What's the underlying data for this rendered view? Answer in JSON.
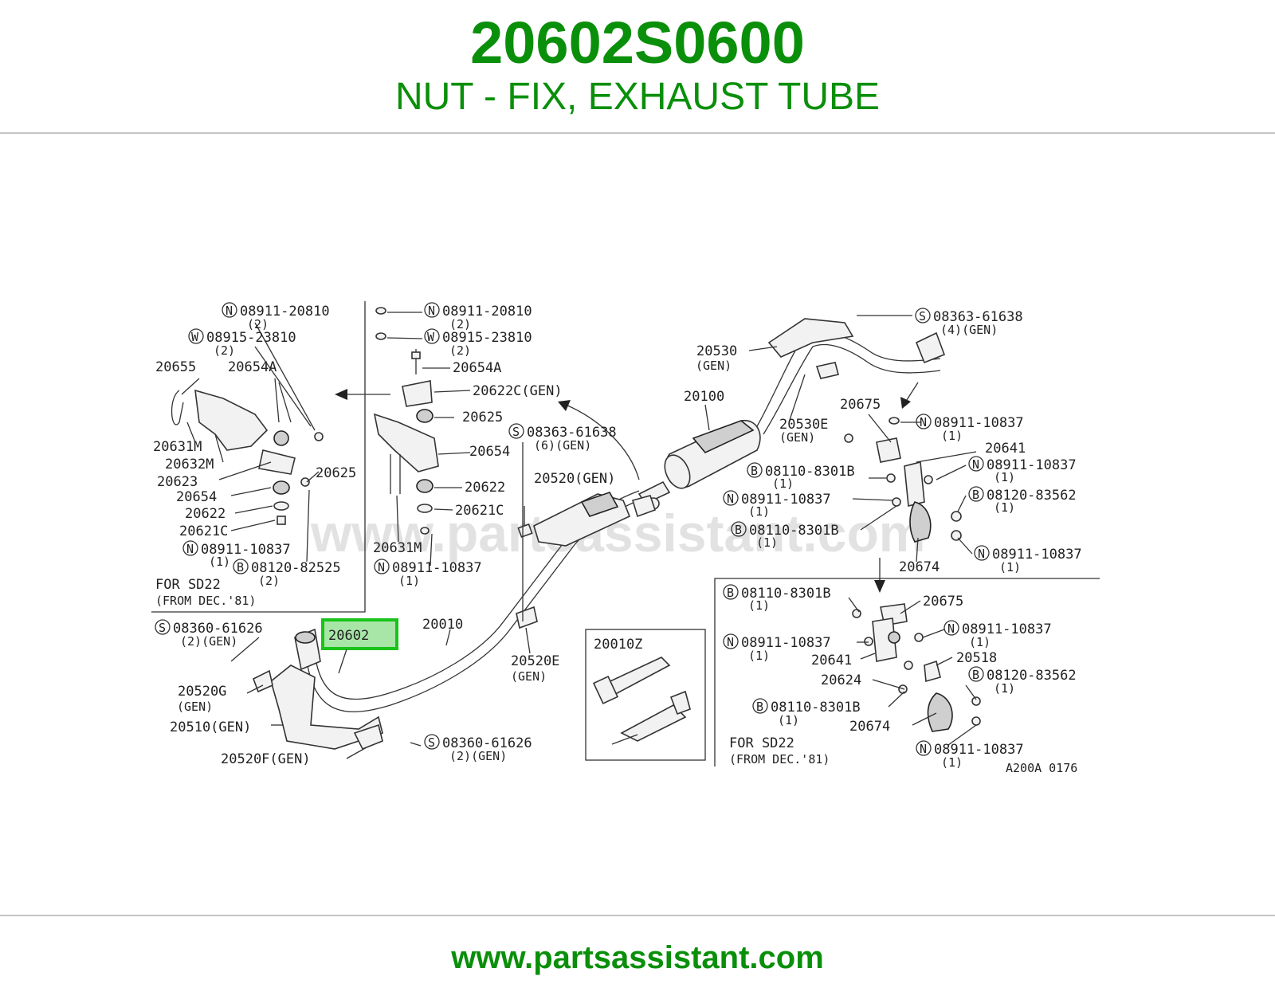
{
  "header": {
    "part_number": "20602S0600",
    "part_name": "NUT - FIX, EXHAUST TUBE"
  },
  "footer": {
    "website": "www.partsassistant.com"
  },
  "colors": {
    "brand_green": "#0a8f0a",
    "highlight_border": "#19c319",
    "highlight_fill": "#a8e6a8"
  },
  "diagram": {
    "watermark": "www.partsassistant.com",
    "highlighted": "20602",
    "figure_code": "A200A 0176",
    "kit_label": "20010Z",
    "notes": [
      "FOR SD22",
      "(FROM DEC.'81)"
    ],
    "callouts": {
      "n1": "08911-20810",
      "n1q": "(2)",
      "w1": "08915-23810",
      "w1q": "(2)",
      "c20655": "20655",
      "c20654A": "20654A",
      "c20631M": "20631M",
      "c20632M": "20632M",
      "c20623": "20623",
      "c20654": "20654",
      "c20622": "20622",
      "c20621C": "20621C",
      "c20625": "20625",
      "n2": "08911-10837",
      "n2q": "(1)",
      "b1": "08120-82525",
      "b1q": "(2)",
      "m_n1": "08911-20810",
      "m_n1q": "(2)",
      "m_w1": "08915-23810",
      "m_w1q": "(2)",
      "m_20654A": "20654A",
      "m_20622C": "20622C(GEN)",
      "m_20625": "20625",
      "m_20654": "20654",
      "m_20622": "20622",
      "m_20621C": "20621C",
      "m_20631M": "20631M",
      "m_n2": "08911-10837",
      "m_n2q": "(1)",
      "s1": "08363-61638",
      "s1q": "(6)(GEN)",
      "c20520": "20520(GEN)",
      "s2": "08360-61626",
      "s2q": "(2)(GEN)",
      "c20602": "20602",
      "c20010": "20010",
      "c20520G": "20520G",
      "c20520Gq": "(GEN)",
      "c20510": "20510(GEN)",
      "c20520F": "20520F(GEN)",
      "s3": "08360-61626",
      "s3q": "(2)(GEN)",
      "c20520E": "20520E",
      "c20520Eq": "(GEN)",
      "c20530": "20530",
      "c20530q": "(GEN)",
      "s4": "08363-61638",
      "s4q": "(4)(GEN)",
      "c20100": "20100",
      "c20530E": "20530E",
      "c20530Eq": "(GEN)",
      "c20675": "20675",
      "r_n1": "08911-10837",
      "r_n1q": "(1)",
      "c20641": "20641",
      "r_b1": "08110-8301B",
      "r_b1q": "(1)",
      "r_n2": "08911-10837",
      "r_n2q": "(1)",
      "r_n3": "08911-10837",
      "r_n3q": "(1)",
      "r_b2": "08120-83562",
      "r_b2q": "(1)",
      "r_b3": "08110-8301B",
      "r_b3q": "(1)",
      "r_n4": "08911-10837",
      "r_n4q": "(1)",
      "c20674": "20674",
      "l_b1": "08110-8301B",
      "l_b1q": "(1)",
      "l_20675": "20675",
      "l_n1": "08911-10837",
      "l_n1q": "(1)",
      "l_n2": "08911-10837",
      "l_n2q": "(1)",
      "l_20641": "20641",
      "l_20518": "20518",
      "l_20624": "20624",
      "l_b2": "08120-83562",
      "l_b2q": "(1)",
      "l_b3": "08110-8301B",
      "l_b3q": "(1)",
      "l_20674": "20674",
      "l_n3": "08911-10837",
      "l_n3q": "(1)"
    },
    "prefixes": {
      "N": "N",
      "W": "W",
      "S": "S",
      "B": "B"
    }
  }
}
